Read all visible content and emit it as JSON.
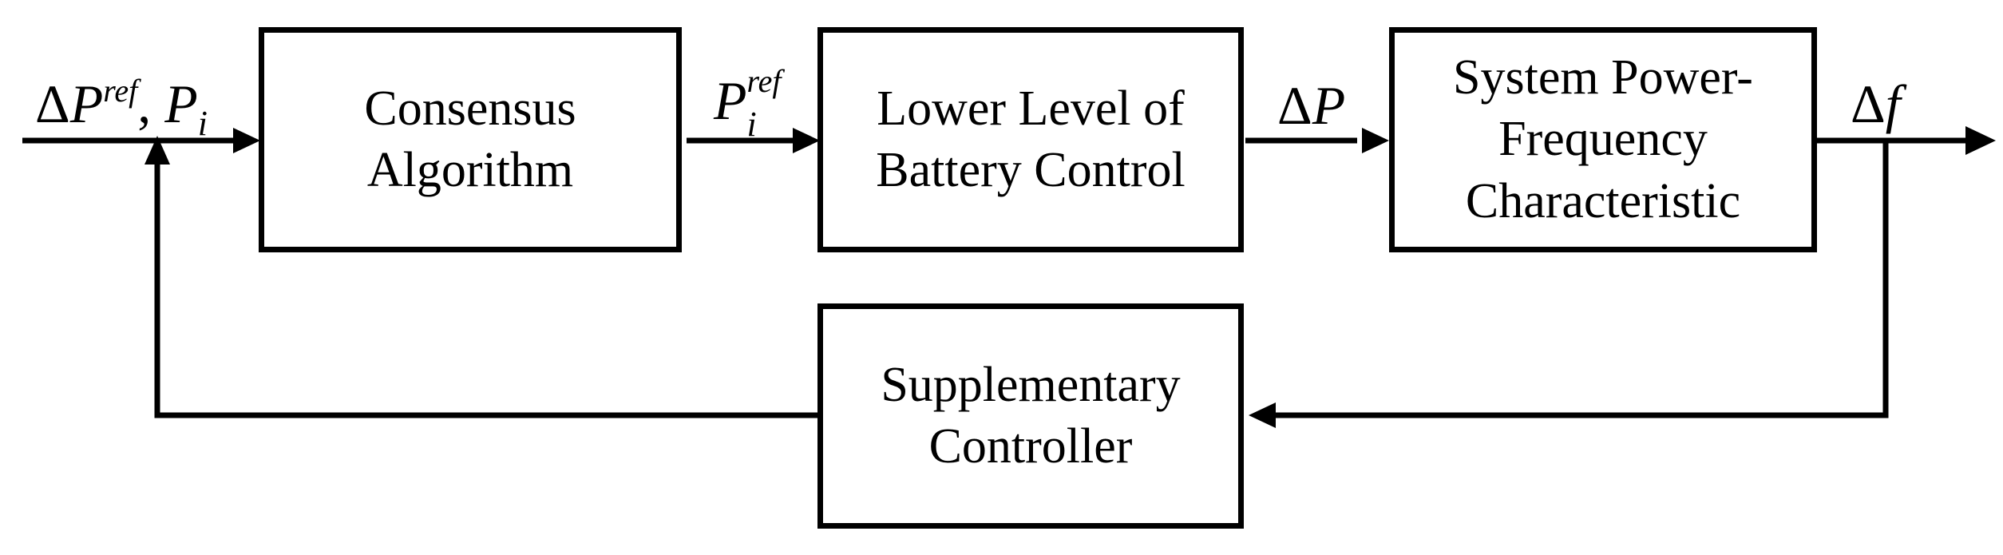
{
  "diagram": {
    "blocks": {
      "consensus": {
        "lines": [
          "Consensus",
          "Algorithm"
        ]
      },
      "lower_level": {
        "lines": [
          "Lower Level of",
          "Battery Control"
        ]
      },
      "system": {
        "lines": [
          "System Power-",
          "Frequency",
          "Characteristic"
        ]
      },
      "supplementary": {
        "lines": [
          "Supplementary",
          "Controller"
        ]
      }
    },
    "signals": {
      "input": {
        "delta": "Δ",
        "P": "P",
        "ref": "ref",
        "sep": ", ",
        "Pi": "P",
        "i": "i"
      },
      "pref_i": {
        "P": "P",
        "ref": "ref",
        "i": "i"
      },
      "delta_p": {
        "delta": "Δ",
        "P": "P"
      },
      "delta_f": {
        "delta": "Δ",
        "f": "f"
      }
    }
  }
}
